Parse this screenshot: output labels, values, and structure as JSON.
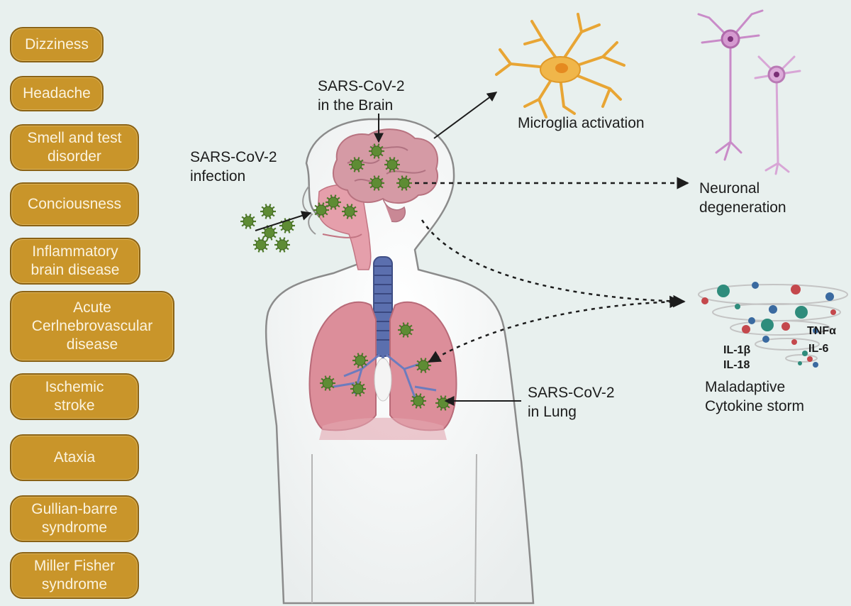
{
  "symptoms": [
    {
      "label": "Dizziness"
    },
    {
      "label": "Headache"
    },
    {
      "label": "Smell and test\ndisorder"
    },
    {
      "label": "Conciousness"
    },
    {
      "label": "Inflammatory\nbrain disease"
    },
    {
      "label": "Acute\nCerlnebrovascular\ndisease"
    },
    {
      "label": "Ischemic\nstroke"
    },
    {
      "label": "Ataxia"
    },
    {
      "label": "Gullian-barre\nsyndrome"
    },
    {
      "label": "Miller Fisher\nsyndrome"
    }
  ],
  "labels": {
    "infection": "SARS-CoV-2\ninfection",
    "brain": "SARS-CoV-2\nin the Brain",
    "lung": "SARS-CoV-2\nin Lung",
    "microglia": "Microglia activation",
    "neuronal": "Neuronal\ndegeneration",
    "cytokine_storm": "Maladaptive\nCytokine storm"
  },
  "cytokines": {
    "tnf": "TNFα",
    "il1b": "IL-1β",
    "il18": "IL-18",
    "il6": "IL-6"
  },
  "colors": {
    "background": "#e8f0ee",
    "pill_fill": "#c9952a",
    "pill_border": "#8a6214",
    "pill_text": "#fbf3df",
    "virus": "#4f7a2a",
    "brain": "#d59aa5",
    "lung": "#dc8e9a",
    "trachea": "#5b6fae",
    "microglia": "#f0b64a",
    "neuron": "#c98bc8"
  },
  "icons": [
    "virus-icon",
    "brain-icon",
    "lung-icon",
    "trachea-icon",
    "microglia-icon",
    "neuron-icon",
    "cytokine-storm-icon"
  ]
}
